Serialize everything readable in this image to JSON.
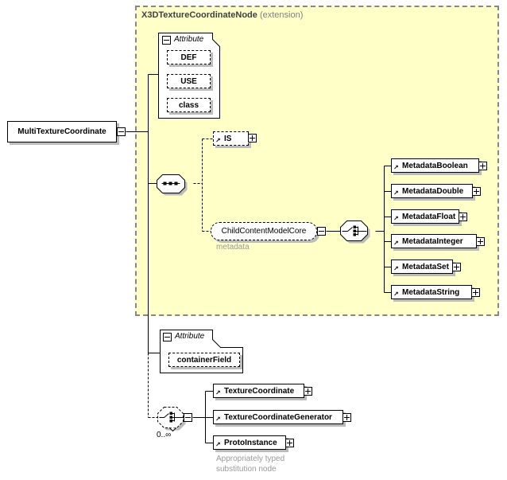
{
  "root_element": {
    "label": "MultiTextureCoordinate"
  },
  "extension_frame": {
    "title": "X3DTextureCoordinateNode",
    "qualifier": "(extension)"
  },
  "attribute_group_top": {
    "label": "Attribute",
    "attributes": [
      {
        "label": "DEF"
      },
      {
        "label": "USE"
      },
      {
        "label": "class"
      }
    ]
  },
  "is_element": {
    "label": "IS"
  },
  "child_content_model": {
    "label": "ChildContentModelCore",
    "annotation": "metadata"
  },
  "metadata_nodes": [
    {
      "label": "MetadataBoolean"
    },
    {
      "label": "MetadataDouble"
    },
    {
      "label": "MetadataFloat"
    },
    {
      "label": "MetadataInteger"
    },
    {
      "label": "MetadataSet"
    },
    {
      "label": "MetadataString"
    }
  ],
  "attribute_group_bottom": {
    "label": "Attribute",
    "attributes": [
      {
        "label": "containerField"
      }
    ]
  },
  "substitution_choice": {
    "occurrence": "0..∞",
    "note_line1": "Appropriately typed",
    "note_line2": "substitution node"
  },
  "substitution_nodes": [
    {
      "label": "TextureCoordinate"
    },
    {
      "label": "TextureCoordinateGenerator"
    },
    {
      "label": "ProtoInstance"
    }
  ],
  "icons": {
    "ref_arrow": "↗"
  },
  "colors": {
    "extension_bg": "#FFFFC8",
    "frame_border": "#868686",
    "shadow": "#BBBBBB",
    "muted_text": "#9A9A9A"
  }
}
